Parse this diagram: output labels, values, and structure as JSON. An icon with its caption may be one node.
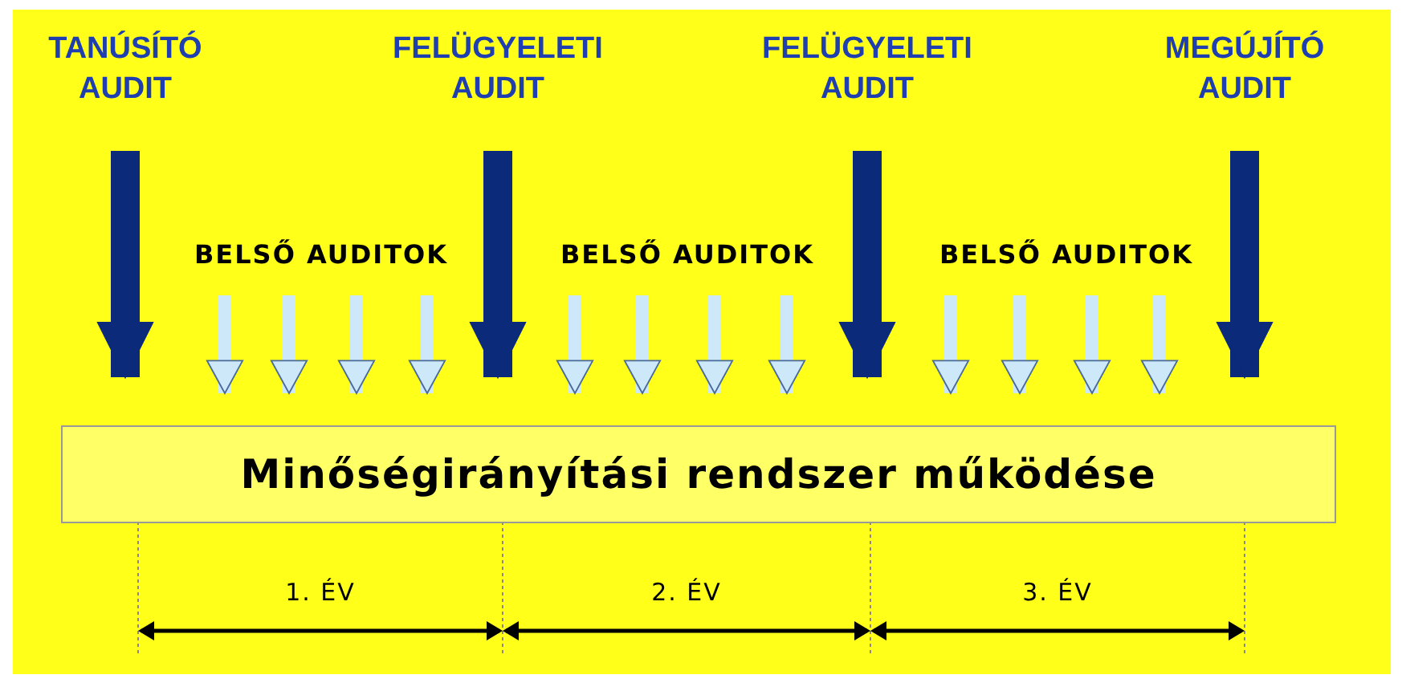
{
  "diagram": {
    "nodes": [
      {
        "text": [
          "TANÚSÍTÓ AUDIT"
        ]
      },
      {
        "text": [
          "FELÜGYELETI AUDIT"
        ]
      },
      {
        "text": [
          "FELÜGYELETI AUDIT"
        ]
      },
      {
        "text": [
          "MEGÚJÍTÓ AUDIT"
        ]
      },
      {
        "text": [
          "BELSŐ AUDITOK"
        ]
      },
      {
        "text": [
          "BELSŐ AUDITOK"
        ]
      },
      {
        "text": [
          "BELSŐ AUDITOK"
        ]
      },
      {
        "text": [
          "Minőségirányítási rendszer működése"
        ]
      }
    ],
    "edges": [
      {
        "from": 0,
        "to": 7,
        "arrow": "to",
        "style": "thick",
        "color": "#0b2a7a"
      },
      {
        "from": 4,
        "to": 7,
        "arrow": "to"
      },
      {
        "from": 4,
        "to": 7,
        "arrow": "to"
      },
      {
        "from": 4,
        "to": 7,
        "arrow": "to"
      },
      {
        "from": 4,
        "to": 7,
        "arrow": "to"
      },
      {
        "from": 1,
        "to": 7,
        "arrow": "to",
        "style": "thick",
        "color": "#0b2a7a"
      },
      {
        "from": 5,
        "to": 7,
        "arrow": "to"
      },
      {
        "from": 5,
        "to": 7,
        "arrow": "to"
      },
      {
        "from": 5,
        "to": 7,
        "arrow": "to"
      },
      {
        "from": 5,
        "to": 7,
        "arrow": "to"
      },
      {
        "from": 2,
        "to": 7,
        "arrow": "to",
        "style": "thick",
        "color": "#0b2a7a"
      },
      {
        "from": 6,
        "to": 7,
        "arrow": "to"
      },
      {
        "from": 6,
        "to": 7,
        "arrow": "to"
      },
      {
        "from": 6,
        "to": 7,
        "arrow": "to"
      },
      {
        "from": 6,
        "to": 7,
        "arrow": "to"
      },
      {
        "from": 3,
        "to": 7,
        "arrow": "to",
        "style": "thick",
        "color": "#0b2a7a"
      }
    ],
    "labels": [
      "1. ÉV",
      "2. ÉV",
      "3. ÉV"
    ]
  }
}
